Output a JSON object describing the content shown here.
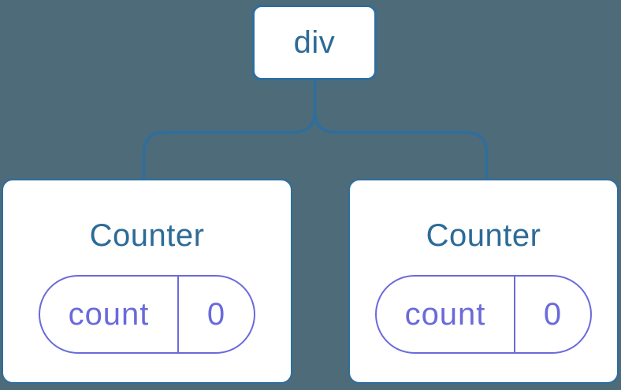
{
  "diagram": {
    "root": {
      "label": "div"
    },
    "children": [
      {
        "title": "Counter",
        "state": {
          "key": "count",
          "value": "0"
        }
      },
      {
        "title": "Counter",
        "state": {
          "key": "count",
          "value": "0"
        }
      }
    ]
  },
  "colors": {
    "background": "#4D6B78",
    "node_fill": "#FFFFFF",
    "node_border": "#2E6E9E",
    "node_text": "#2D6B97",
    "state_accent": "#6A6ADB"
  }
}
